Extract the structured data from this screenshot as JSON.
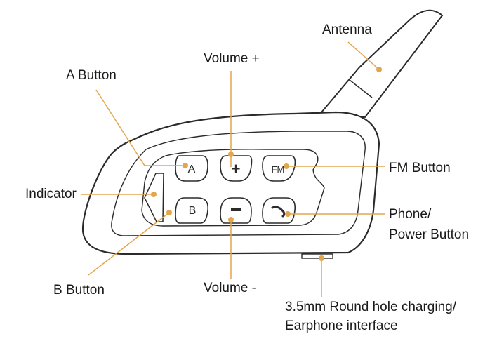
{
  "labels": {
    "antenna": "Antenna",
    "volume_plus": "Volume +",
    "a_button": "A Button",
    "indicator": "Indicator",
    "fm_button": "FM Button",
    "phone_power_line1": "Phone/",
    "phone_power_line2": "Power Button",
    "b_button": "B Button",
    "volume_minus": "Volume -",
    "charging_line1": "3.5mm Round hole charging/",
    "charging_line2": "Earphone interface"
  },
  "buttons": {
    "a": "A",
    "plus": "+",
    "fm": "FM",
    "b": "B",
    "minus": "−"
  },
  "colors": {
    "leader": "#e3a64b",
    "outline": "#2b2b2b",
    "device_fill": "#ffffff"
  }
}
